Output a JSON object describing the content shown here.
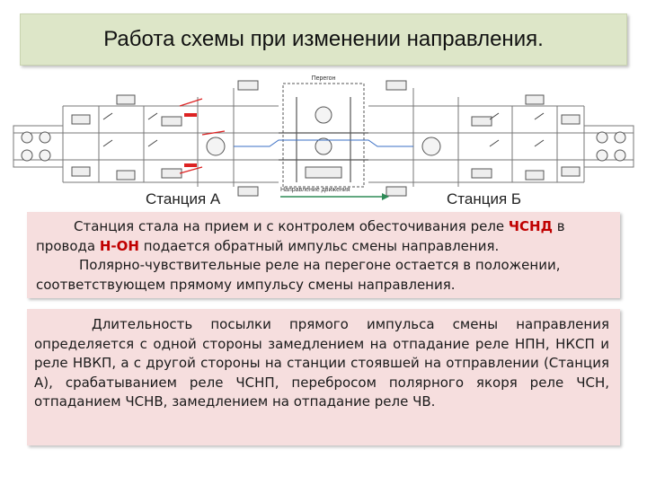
{
  "header": {
    "title": "Работа схемы при изменении направления."
  },
  "schema": {
    "section_label": "Перегон",
    "direction_label": "Направление движения",
    "station_a": "Станция А",
    "station_b": "Станция Б"
  },
  "box1": {
    "p1_a": "Станция стала на прием и с контролем обесточивания реле ",
    "p1_relay": "ЧСНД",
    "p1_b": " в провода ",
    "p1_wires": "Н-ОН",
    "p1_c": " подается обратный импульс смены направления.",
    "p2": "Полярно-чувствительные реле на перегоне остается в положении, соответствующем прямому импульсу смены направления."
  },
  "box2": {
    "p1": "Длительность посылки прямого импульса смены направления определяется с одной стороны замедлением на отпадание реле НПН, НКСП и реле НВКП, а с другой стороны на станции стоявшей на отправлении (Станция А), срабатыванием реле ЧСНП, перебросом полярного якоря реле ЧСН, отпаданием ЧСНВ, замедлением на отпадание реле ЧВ."
  },
  "colors": {
    "title_bg": "#dde6c8",
    "box_bg": "#f6dede",
    "accent_red": "#c00000",
    "arrow": "#2e8b57"
  }
}
